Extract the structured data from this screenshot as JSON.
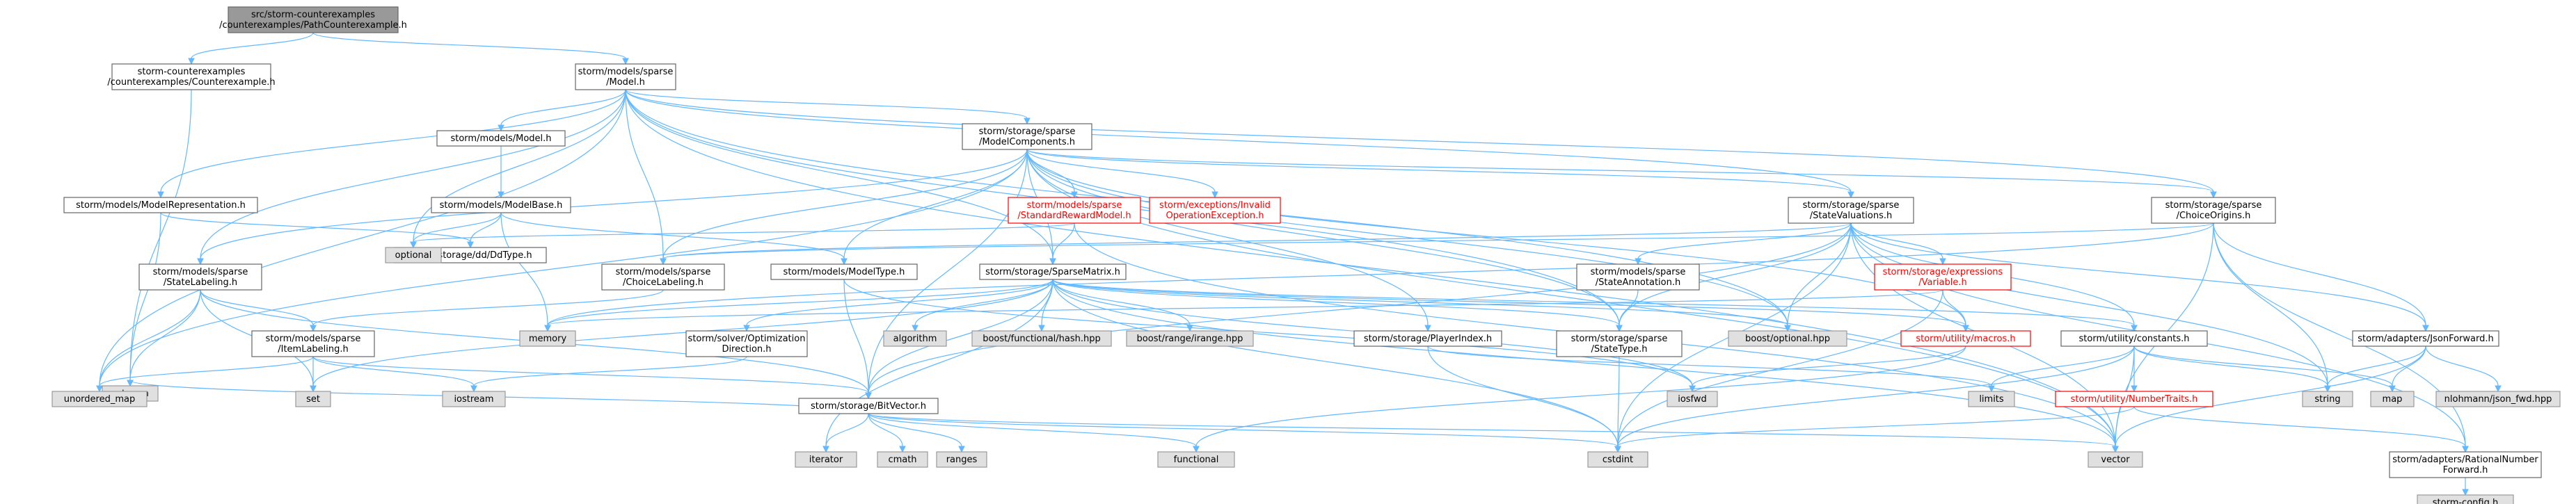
{
  "nodes": [
    {
      "id": "root",
      "lines": [
        "src/storm-counterexamples",
        "/counterexamples/PathCounterexample.h"
      ],
      "style": "root"
    },
    {
      "id": "cex",
      "lines": [
        "storm-counterexamples",
        "/counterexamples/Counterexample.h"
      ],
      "style": "normal"
    },
    {
      "id": "model",
      "lines": [
        "storm/models/sparse",
        "/Model.h"
      ],
      "style": "normal"
    },
    {
      "id": "ostream",
      "lines": [
        "ostream"
      ],
      "style": "std"
    },
    {
      "id": "modelsModel",
      "lines": [
        "storm/models/Model.h"
      ],
      "style": "normal"
    },
    {
      "id": "modelComponents",
      "lines": [
        "storm/storage/sparse",
        "/ModelComponents.h"
      ],
      "style": "normal"
    },
    {
      "id": "modelRep",
      "lines": [
        "storm/models/ModelRepresentation.h"
      ],
      "style": "normal"
    },
    {
      "id": "modelBase",
      "lines": [
        "storm/models/ModelBase.h"
      ],
      "style": "normal"
    },
    {
      "id": "stdReward",
      "lines": [
        "storm/models/sparse",
        "/StandardRewardModel.h"
      ],
      "style": "red"
    },
    {
      "id": "invalidOp",
      "lines": [
        "storm/exceptions/Invalid",
        "OperationException.h"
      ],
      "style": "red"
    },
    {
      "id": "stateVals",
      "lines": [
        "storm/storage/sparse",
        "/StateValuations.h"
      ],
      "style": "normal"
    },
    {
      "id": "choiceOrigins",
      "lines": [
        "storm/storage/sparse",
        "/ChoiceOrigins.h"
      ],
      "style": "normal"
    },
    {
      "id": "stateLabeling",
      "lines": [
        "storm/models/sparse",
        "/StateLabeling.h"
      ],
      "style": "normal"
    },
    {
      "id": "ddType",
      "lines": [
        "storm/storage/dd/DdType.h"
      ],
      "style": "normal"
    },
    {
      "id": "optional",
      "lines": [
        "optional"
      ],
      "style": "std"
    },
    {
      "id": "choiceLabeling",
      "lines": [
        "storm/models/sparse",
        "/ChoiceLabeling.h"
      ],
      "style": "normal"
    },
    {
      "id": "modelType",
      "lines": [
        "storm/models/ModelType.h"
      ],
      "style": "normal"
    },
    {
      "id": "sparseMatrix",
      "lines": [
        "storm/storage/SparseMatrix.h"
      ],
      "style": "normal"
    },
    {
      "id": "stateAnnotation",
      "lines": [
        "storm/models/sparse",
        "/StateAnnotation.h"
      ],
      "style": "normal"
    },
    {
      "id": "variable",
      "lines": [
        "storm/storage/expressions",
        "/Variable.h"
      ],
      "style": "red"
    },
    {
      "id": "jsonForward",
      "lines": [
        "storm/adapters/JsonForward.h"
      ],
      "style": "normal"
    },
    {
      "id": "itemLabeling",
      "lines": [
        "storm/models/sparse",
        "/ItemLabeling.h"
      ],
      "style": "normal"
    },
    {
      "id": "memory",
      "lines": [
        "memory"
      ],
      "style": "std"
    },
    {
      "id": "optimizationDir",
      "lines": [
        "storm/solver/Optimization",
        "Direction.h"
      ],
      "style": "normal"
    },
    {
      "id": "algorithm",
      "lines": [
        "algorithm"
      ],
      "style": "std"
    },
    {
      "id": "hashHpp",
      "lines": [
        "boost/functional/hash.hpp"
      ],
      "style": "std"
    },
    {
      "id": "irangeHpp",
      "lines": [
        "boost/range/irange.hpp"
      ],
      "style": "std"
    },
    {
      "id": "playerIndex",
      "lines": [
        "storm/storage/PlayerIndex.h"
      ],
      "style": "normal"
    },
    {
      "id": "stateType",
      "lines": [
        "storm/storage/sparse",
        "/StateType.h"
      ],
      "style": "normal"
    },
    {
      "id": "boostOptional",
      "lines": [
        "boost/optional.hpp"
      ],
      "style": "std"
    },
    {
      "id": "macros",
      "lines": [
        "storm/utility/macros.h"
      ],
      "style": "red"
    },
    {
      "id": "constants",
      "lines": [
        "storm/utility/constants.h"
      ],
      "style": "normal"
    },
    {
      "id": "unorderedMap",
      "lines": [
        "unordered_map"
      ],
      "style": "std"
    },
    {
      "id": "set",
      "lines": [
        "set"
      ],
      "style": "std"
    },
    {
      "id": "iostream",
      "lines": [
        "iostream"
      ],
      "style": "std"
    },
    {
      "id": "iosfwd",
      "lines": [
        "iosfwd"
      ],
      "style": "std"
    },
    {
      "id": "bitVector",
      "lines": [
        "storm/storage/BitVector.h"
      ],
      "style": "normal"
    },
    {
      "id": "limits",
      "lines": [
        "limits"
      ],
      "style": "std"
    },
    {
      "id": "numberTraits",
      "lines": [
        "storm/utility/NumberTraits.h"
      ],
      "style": "red"
    },
    {
      "id": "string",
      "lines": [
        "string"
      ],
      "style": "std"
    },
    {
      "id": "map",
      "lines": [
        "map"
      ],
      "style": "std"
    },
    {
      "id": "nlohmann",
      "lines": [
        "nlohmann/json_fwd.hpp"
      ],
      "style": "std"
    },
    {
      "id": "iterator",
      "lines": [
        "iterator"
      ],
      "style": "std"
    },
    {
      "id": "cmath",
      "lines": [
        "cmath"
      ],
      "style": "std"
    },
    {
      "id": "ranges",
      "lines": [
        "ranges"
      ],
      "style": "std"
    },
    {
      "id": "functional",
      "lines": [
        "functional"
      ],
      "style": "std"
    },
    {
      "id": "cstdint",
      "lines": [
        "cstdint"
      ],
      "style": "std"
    },
    {
      "id": "vector",
      "lines": [
        "vector"
      ],
      "style": "std"
    },
    {
      "id": "rationalFwd",
      "lines": [
        "storm/adapters/RationalNumber",
        "Forward.h"
      ],
      "style": "normal"
    },
    {
      "id": "stormConfig",
      "lines": [
        "storm-config.h"
      ],
      "style": "std"
    }
  ],
  "edges": [
    [
      "root",
      "cex"
    ],
    [
      "root",
      "model"
    ],
    [
      "cex",
      "ostream"
    ],
    [
      "model",
      "modelsModel"
    ],
    [
      "model",
      "modelComponents"
    ],
    [
      "model",
      "modelRep"
    ],
    [
      "model",
      "stateLabeling"
    ],
    [
      "model",
      "choiceLabeling"
    ],
    [
      "model",
      "sparseMatrix"
    ],
    [
      "model",
      "stateVals"
    ],
    [
      "model",
      "choiceOrigins"
    ],
    [
      "model",
      "optional"
    ],
    [
      "model",
      "unorderedMap"
    ],
    [
      "model",
      "vector"
    ],
    [
      "model",
      "stateType"
    ],
    [
      "model",
      "boostOptional"
    ],
    [
      "modelsModel",
      "modelBase"
    ],
    [
      "modelBase",
      "memory"
    ],
    [
      "modelBase",
      "optional"
    ],
    [
      "modelBase",
      "ddType"
    ],
    [
      "modelBase",
      "modelType"
    ],
    [
      "modelRep",
      "ddType"
    ],
    [
      "modelRep",
      "ostream"
    ],
    [
      "modelComponents",
      "stdReward"
    ],
    [
      "modelComponents",
      "invalidOp"
    ],
    [
      "modelComponents",
      "stateVals"
    ],
    [
      "modelComponents",
      "choiceOrigins"
    ],
    [
      "modelComponents",
      "stateLabeling"
    ],
    [
      "modelComponents",
      "choiceLabeling"
    ],
    [
      "modelComponents",
      "modelType"
    ],
    [
      "modelComponents",
      "sparseMatrix"
    ],
    [
      "modelComponents",
      "playerIndex"
    ],
    [
      "modelComponents",
      "bitVector"
    ],
    [
      "modelComponents",
      "unorderedMap"
    ],
    [
      "modelComponents",
      "vector"
    ],
    [
      "modelComponents",
      "boostOptional"
    ],
    [
      "modelComponents",
      "macros"
    ],
    [
      "modelComponents",
      "stateType"
    ],
    [
      "stdReward",
      "sparseMatrix"
    ],
    [
      "stdReward",
      "optional"
    ],
    [
      "stdReward",
      "vector"
    ],
    [
      "stateVals",
      "stateAnnotation"
    ],
    [
      "stateVals",
      "variable"
    ],
    [
      "stateVals",
      "jsonForward"
    ],
    [
      "stateVals",
      "stateType"
    ],
    [
      "stateVals",
      "bitVector"
    ],
    [
      "stateVals",
      "constants"
    ],
    [
      "stateVals",
      "string"
    ],
    [
      "stateVals",
      "cstdint"
    ],
    [
      "stateVals",
      "vector"
    ],
    [
      "stateVals",
      "boostOptional"
    ],
    [
      "stateVals",
      "choiceLabeling"
    ],
    [
      "stateVals",
      "rationalFwd"
    ],
    [
      "choiceOrigins",
      "jsonForward"
    ],
    [
      "choiceOrigins",
      "choiceLabeling"
    ],
    [
      "choiceOrigins",
      "string"
    ],
    [
      "choiceOrigins",
      "vector"
    ],
    [
      "choiceOrigins",
      "memory"
    ],
    [
      "choiceOrigins",
      "rationalFwd"
    ],
    [
      "stateLabeling",
      "itemLabeling"
    ],
    [
      "stateLabeling",
      "bitVector"
    ],
    [
      "stateLabeling",
      "set"
    ],
    [
      "stateLabeling",
      "unorderedMap"
    ],
    [
      "stateLabeling",
      "ostream"
    ],
    [
      "choiceLabeling",
      "itemLabeling"
    ],
    [
      "itemLabeling",
      "bitVector"
    ],
    [
      "itemLabeling",
      "set"
    ],
    [
      "itemLabeling",
      "unorderedMap"
    ],
    [
      "itemLabeling",
      "iostream"
    ],
    [
      "modelType",
      "bitVector"
    ],
    [
      "modelType",
      "iosfwd"
    ],
    [
      "sparseMatrix",
      "algorithm"
    ],
    [
      "sparseMatrix",
      "hashHpp"
    ],
    [
      "sparseMatrix",
      "irangeHpp"
    ],
    [
      "sparseMatrix",
      "optimizationDir"
    ],
    [
      "sparseMatrix",
      "bitVector"
    ],
    [
      "sparseMatrix",
      "stateType"
    ],
    [
      "sparseMatrix",
      "constants"
    ],
    [
      "sparseMatrix",
      "macros"
    ],
    [
      "sparseMatrix",
      "iosfwd"
    ],
    [
      "sparseMatrix",
      "cstdint"
    ],
    [
      "sparseMatrix",
      "boostOptional"
    ],
    [
      "sparseMatrix",
      "iterator"
    ],
    [
      "sparseMatrix",
      "memory"
    ],
    [
      "sparseMatrix",
      "set"
    ],
    [
      "sparseMatrix",
      "vector"
    ],
    [
      "stateAnnotation",
      "stateType"
    ],
    [
      "variable",
      "macros"
    ],
    [
      "variable",
      "cstdint"
    ],
    [
      "variable",
      "memory"
    ],
    [
      "jsonForward",
      "nlohmann"
    ],
    [
      "jsonForward",
      "map"
    ],
    [
      "jsonForward",
      "string"
    ],
    [
      "jsonForward",
      "vector"
    ],
    [
      "optimizationDir",
      "iostream"
    ],
    [
      "playerIndex",
      "cstdint"
    ],
    [
      "playerIndex",
      "limits"
    ],
    [
      "stateType",
      "cstdint"
    ],
    [
      "macros",
      "iosfwd"
    ],
    [
      "macros",
      "functional"
    ],
    [
      "constants",
      "limits"
    ],
    [
      "constants",
      "string"
    ],
    [
      "constants",
      "numberTraits"
    ],
    [
      "constants",
      "vector"
    ],
    [
      "constants",
      "map"
    ],
    [
      "constants",
      "cstdint"
    ],
    [
      "numberTraits",
      "rationalFwd"
    ],
    [
      "numberTraits",
      "cstdint"
    ],
    [
      "bitVector",
      "cmath"
    ],
    [
      "bitVector",
      "cstdint"
    ],
    [
      "bitVector",
      "iterator"
    ],
    [
      "bitVector",
      "ostream"
    ],
    [
      "bitVector",
      "ranges"
    ],
    [
      "bitVector",
      "vector"
    ],
    [
      "bitVector",
      "functional"
    ],
    [
      "rationalFwd",
      "stormConfig"
    ]
  ],
  "colors": {
    "edge": "#63b8ff",
    "node_border": "#666666",
    "node_fill": "#ffffff",
    "root_fill": "#999999",
    "std_fill": "#e0e0e0",
    "std_border": "#999999",
    "red_border": "#ff0000",
    "red_text": "#ff0000",
    "text": "#000000"
  }
}
